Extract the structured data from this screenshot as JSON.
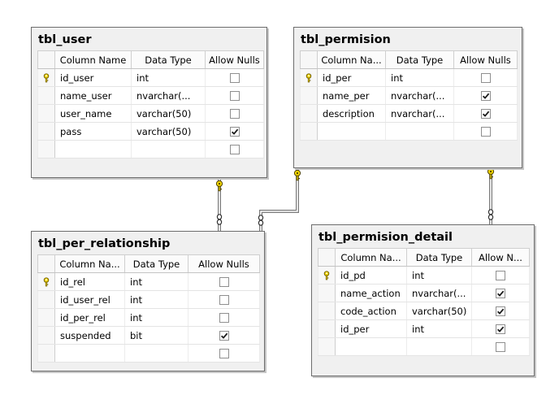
{
  "tables": [
    {
      "id": "tbl_user",
      "name": "tbl_user",
      "columns_header": [
        "Column Name",
        "Data Type",
        "Allow Nulls"
      ],
      "rows": [
        {
          "column": "id_user",
          "type": "int",
          "allow_nulls": false,
          "key": true
        },
        {
          "column": "name_user",
          "type": "nvarchar(...",
          "allow_nulls": false,
          "key": false
        },
        {
          "column": "user_name",
          "type": "varchar(50)",
          "allow_nulls": false,
          "key": false
        },
        {
          "column": "pass",
          "type": "varchar(50)",
          "allow_nulls": true,
          "key": false
        },
        {
          "column": "",
          "type": "",
          "allow_nulls": false,
          "key": false
        }
      ]
    },
    {
      "id": "tbl_permision",
      "name": "tbl_permision",
      "columns_header": [
        "Column Na...",
        "Data Type",
        "Allow Nulls"
      ],
      "rows": [
        {
          "column": "id_per",
          "type": "int",
          "allow_nulls": false,
          "key": true
        },
        {
          "column": "name_per",
          "type": "nvarchar(...",
          "allow_nulls": true,
          "key": false
        },
        {
          "column": "description",
          "type": "nvarchar(...",
          "allow_nulls": true,
          "key": false
        },
        {
          "column": "",
          "type": "",
          "allow_nulls": false,
          "key": false
        }
      ]
    },
    {
      "id": "tbl_per_relationship",
      "name": "tbl_per_relationship",
      "columns_header": [
        "Column Na...",
        "Data Type",
        "Allow Nulls"
      ],
      "rows": [
        {
          "column": "id_rel",
          "type": "int",
          "allow_nulls": false,
          "key": true
        },
        {
          "column": "id_user_rel",
          "type": "int",
          "allow_nulls": false,
          "key": false
        },
        {
          "column": "id_per_rel",
          "type": "int",
          "allow_nulls": false,
          "key": false
        },
        {
          "column": "suspended",
          "type": "bit",
          "allow_nulls": true,
          "key": false
        },
        {
          "column": "",
          "type": "",
          "allow_nulls": false,
          "key": false
        }
      ]
    },
    {
      "id": "tbl_permision_detail",
      "name": "tbl_permision_detail",
      "columns_header": [
        "Column Na...",
        "Data Type",
        "Allow N..."
      ],
      "rows": [
        {
          "column": "id_pd",
          "type": "int",
          "allow_nulls": false,
          "key": true
        },
        {
          "column": "name_action",
          "type": "nvarchar(...",
          "allow_nulls": true,
          "key": false
        },
        {
          "column": "code_action",
          "type": "varchar(50)",
          "allow_nulls": true,
          "key": false
        },
        {
          "column": "id_per",
          "type": "int",
          "allow_nulls": true,
          "key": false
        },
        {
          "column": "",
          "type": "",
          "allow_nulls": false,
          "key": false
        }
      ]
    }
  ],
  "relationships": [
    {
      "from": "tbl_user",
      "to": "tbl_per_relationship",
      "from_end": "key",
      "to_end": "many"
    },
    {
      "from": "tbl_permision",
      "to": "tbl_per_relationship",
      "from_end": "key",
      "to_end": "many"
    },
    {
      "from": "tbl_permision",
      "to": "tbl_permision_detail",
      "from_end": "key",
      "to_end": "many"
    }
  ],
  "icons": {
    "primary_key": "key-icon",
    "relationship_one": "key-icon",
    "relationship_many": "infinity-icon"
  },
  "colors": {
    "key_gold": "#f2d600",
    "line_gray": "#7a7a7a",
    "panel_bg": "#f0f0f0"
  }
}
